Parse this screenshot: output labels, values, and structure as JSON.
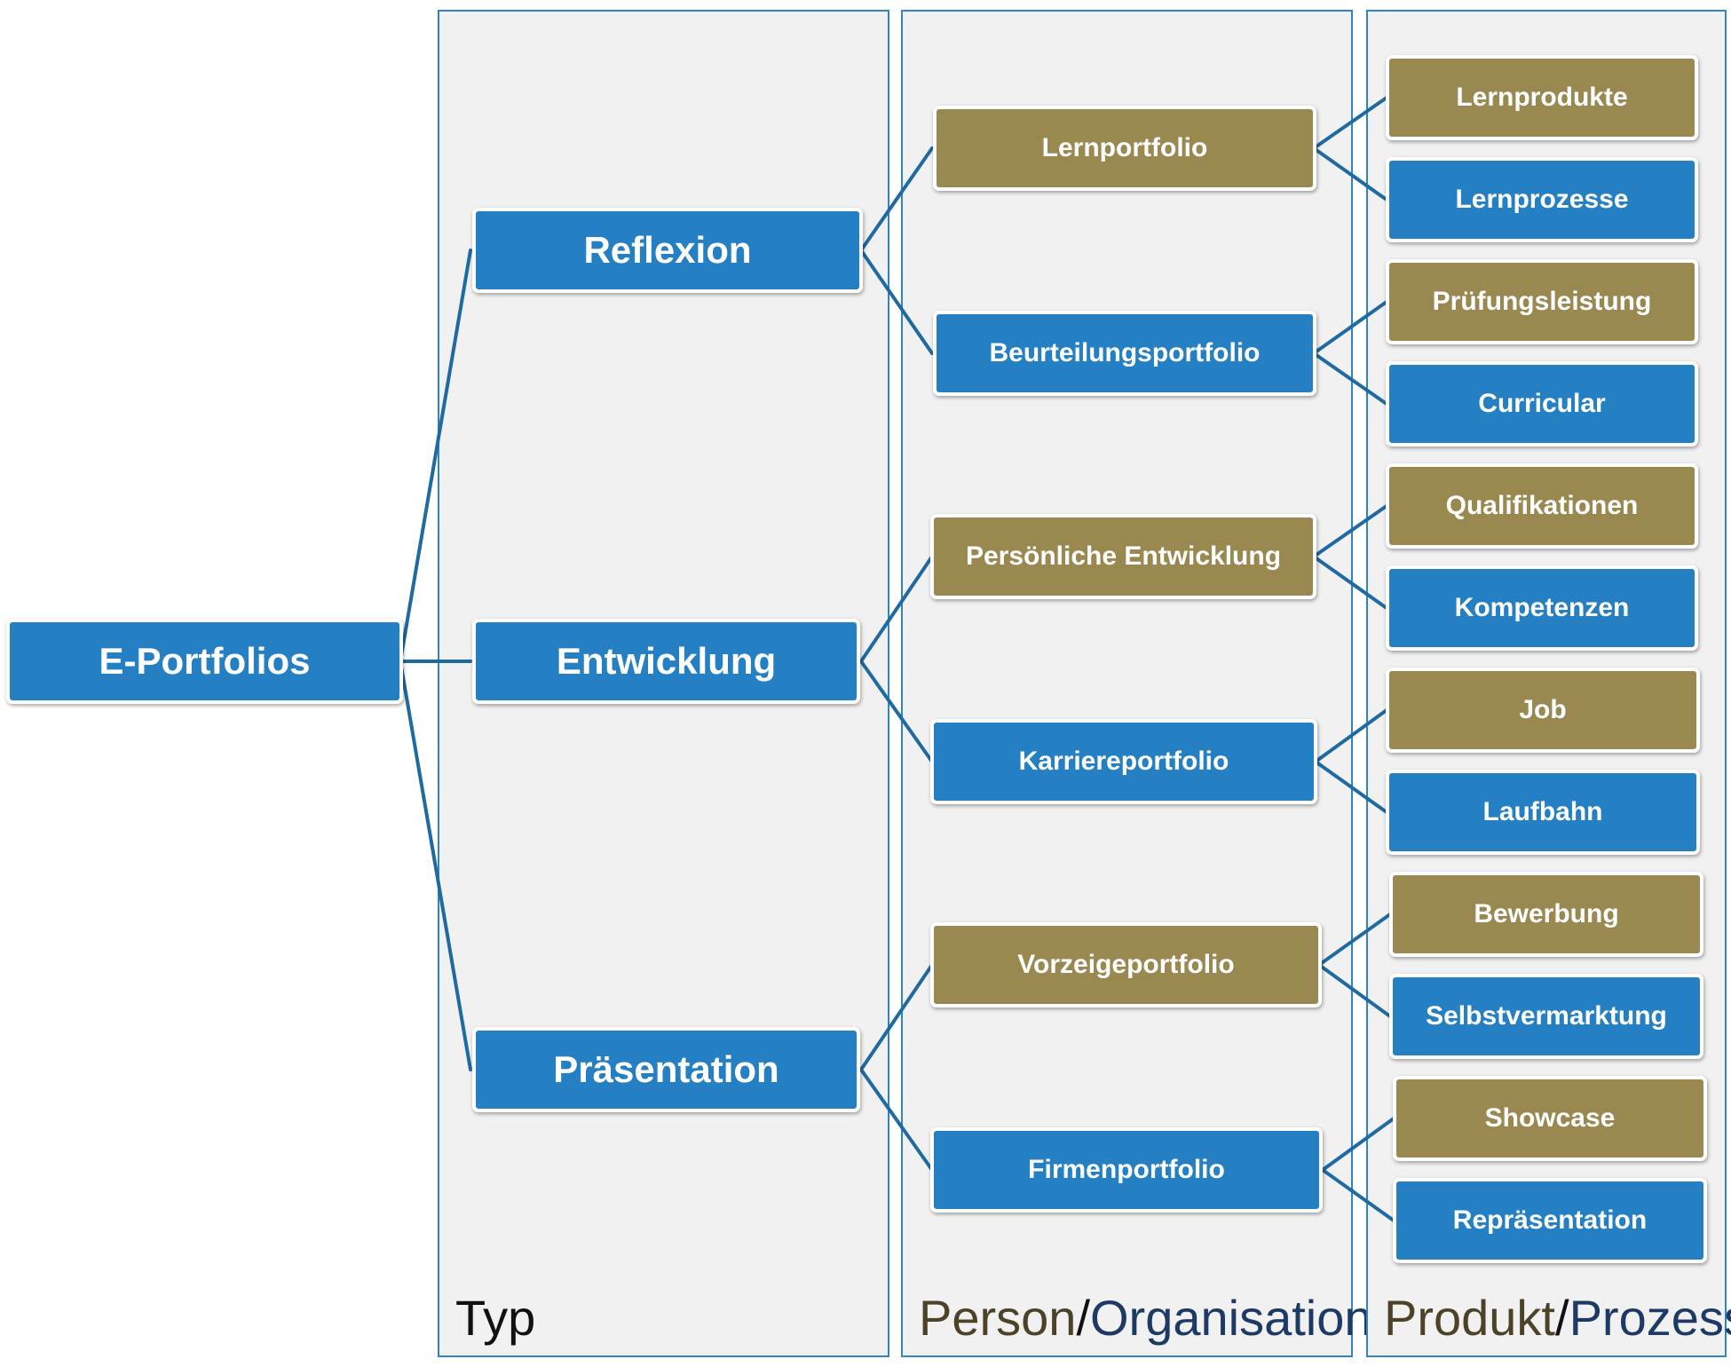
{
  "root": {
    "label": "E-Portfolios"
  },
  "columns": {
    "typ": {
      "caption": "Typ"
    },
    "person": {
      "caption_a": "Person",
      "caption_sep": "/",
      "caption_b": "Organisation"
    },
    "produkt": {
      "caption_a": "Produkt",
      "caption_sep": "/",
      "caption_b": "Prozess"
    }
  },
  "types": [
    {
      "label": "Reflexion",
      "children": [
        {
          "label": "Lernportfolio",
          "color": "olive",
          "children": [
            {
              "label": "Lernprodukte",
              "color": "olive"
            },
            {
              "label": "Lernprozesse",
              "color": "blue"
            }
          ]
        },
        {
          "label": "Beurteilungsportfolio",
          "color": "blue",
          "children": [
            {
              "label": "Prüfungsleistung",
              "color": "olive"
            },
            {
              "label": "Curricular",
              "color": "blue"
            }
          ]
        }
      ]
    },
    {
      "label": "Entwicklung",
      "children": [
        {
          "label": "Persönliche Entwicklung",
          "color": "olive",
          "children": [
            {
              "label": "Qualifikationen",
              "color": "olive"
            },
            {
              "label": "Kompetenzen",
              "color": "blue"
            }
          ]
        },
        {
          "label": "Karriereportfolio",
          "color": "blue",
          "children": [
            {
              "label": "Job",
              "color": "olive"
            },
            {
              "label": "Laufbahn",
              "color": "blue"
            }
          ]
        }
      ]
    },
    {
      "label": "Präsentation",
      "children": [
        {
          "label": "Vorzeigeportfolio",
          "color": "olive",
          "children": [
            {
              "label": "Bewerbung",
              "color": "olive"
            },
            {
              "label": "Selbstvermarktung",
              "color": "blue"
            }
          ]
        },
        {
          "label": "Firmenportfolio",
          "color": "blue",
          "children": [
            {
              "label": "Showcase",
              "color": "olive"
            },
            {
              "label": "Repräsentation",
              "color": "blue"
            }
          ]
        }
      ]
    }
  ],
  "colors": {
    "blue": "#2580c3",
    "olive": "#99884f",
    "line": "#1f6aa0",
    "panel_border": "#2f85c4",
    "panel_bg": "#f1f1f1"
  }
}
